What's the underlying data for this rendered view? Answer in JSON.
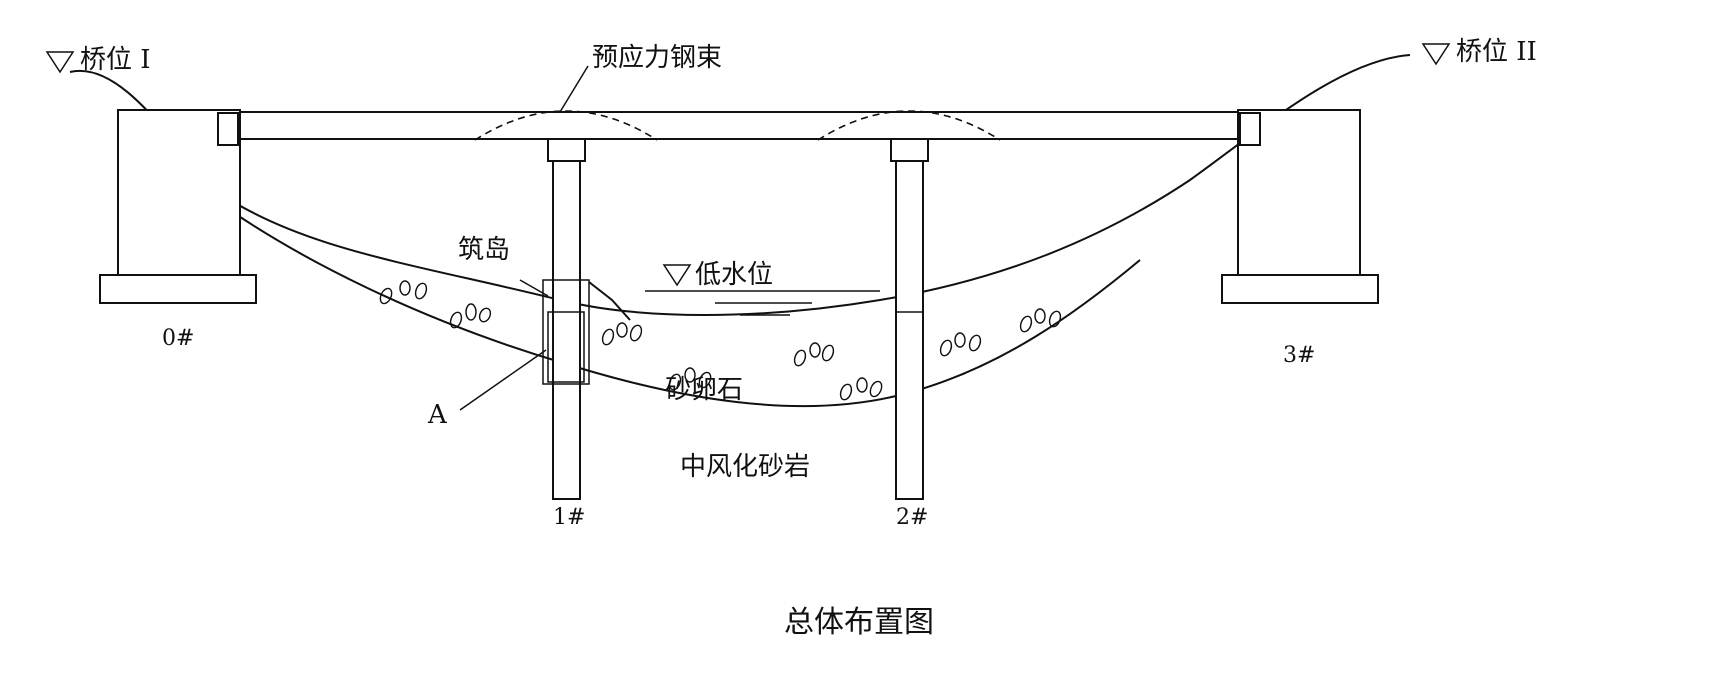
{
  "labels": {
    "bridge_left": "桥位 I",
    "bridge_right": "桥位 II",
    "prestress": "预应力钢束",
    "island": "筑岛",
    "low_water": "低水位",
    "point_a": "A",
    "gravel": "砂卵石",
    "sandstone": "中风化砂岩",
    "pier0": "0#",
    "pier1": "1#",
    "pier2": "2#",
    "pier3": "3#"
  },
  "caption": "总体布置图"
}
